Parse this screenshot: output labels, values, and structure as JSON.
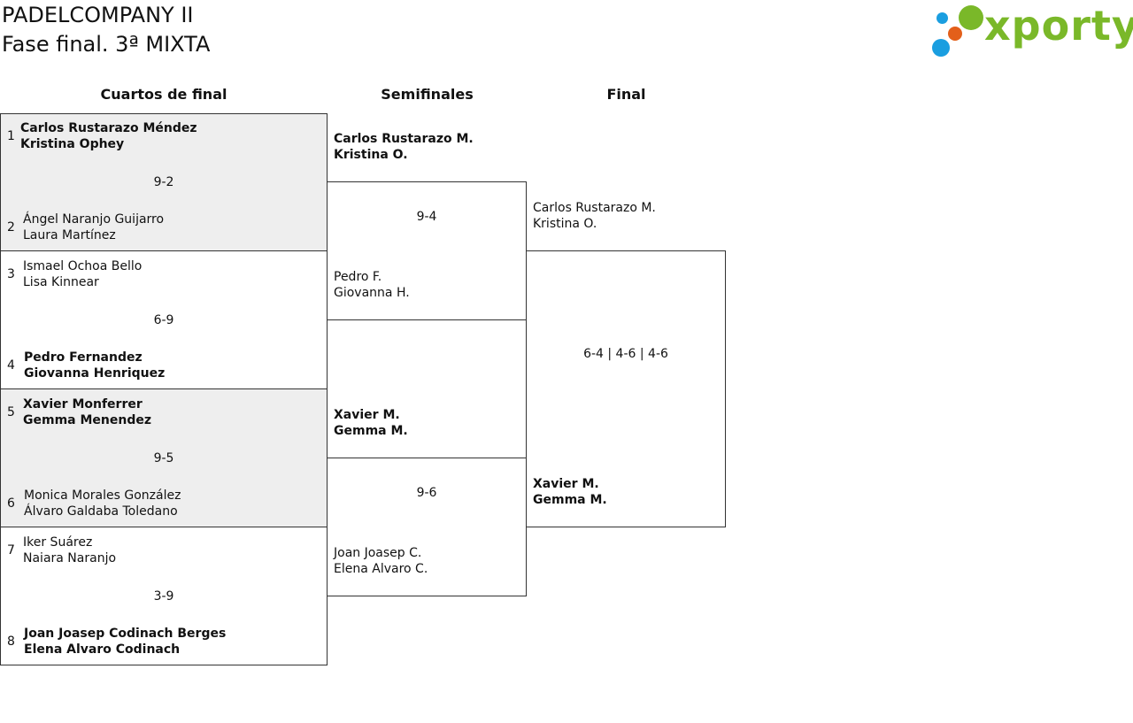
{
  "header": {
    "title_line1": "PADELCOMPANY II",
    "title_line2": "Fase final. 3ª MIXTA",
    "logo_text": "xporty",
    "logo_colors": [
      "#f6a21a",
      "#1a9ee0",
      "#e35f1a",
      "#7ab829"
    ]
  },
  "rounds": {
    "quarters": "Cuartos de final",
    "semis": "Semifinales",
    "final": "Final"
  },
  "quarters": [
    {
      "score": "9-2",
      "top": {
        "seed": "1",
        "p1": "Carlos Rustarazo Méndez",
        "p2": "Kristina Ophey",
        "winner": true
      },
      "bottom": {
        "seed": "2",
        "p1": "Ángel Naranjo Guijarro",
        "p2": "Laura Martínez",
        "winner": false
      }
    },
    {
      "score": "6-9",
      "top": {
        "seed": "3",
        "p1": "Ismael Ochoa Bello",
        "p2": "Lisa Kinnear",
        "winner": false
      },
      "bottom": {
        "seed": "4",
        "p1": "Pedro Fernandez",
        "p2": "Giovanna Henriquez",
        "winner": true
      }
    },
    {
      "score": "9-5",
      "top": {
        "seed": "5",
        "p1": "Xavier Monferrer",
        "p2": "Gemma Menendez",
        "winner": true
      },
      "bottom": {
        "seed": "6",
        "p1": "Monica Morales González",
        "p2": "Álvaro Galdaba Toledano",
        "winner": false
      }
    },
    {
      "score": "3-9",
      "top": {
        "seed": "7",
        "p1": "Iker Suárez",
        "p2": "Naiara Naranjo",
        "winner": false
      },
      "bottom": {
        "seed": "8",
        "p1": "Joan Joasep Codinach Berges",
        "p2": "Elena Alvaro Codinach",
        "winner": true
      }
    }
  ],
  "semis": [
    {
      "score": "9-4",
      "top": {
        "p1": "Carlos Rustarazo M.",
        "p2": "Kristina O.",
        "winner": true
      },
      "bottom": {
        "p1": "Pedro F.",
        "p2": "Giovanna H.",
        "winner": false
      }
    },
    {
      "score": "9-6",
      "top": {
        "p1": "Xavier M.",
        "p2": "Gemma M.",
        "winner": true
      },
      "bottom": {
        "p1": "Joan Joasep C.",
        "p2": "Elena Alvaro C.",
        "winner": false
      }
    }
  ],
  "final": {
    "score": "6-4 | 4-6 | 4-6",
    "top": {
      "p1": "Carlos Rustarazo M.",
      "p2": "Kristina O.",
      "winner": false
    },
    "bottom": {
      "p1": "Xavier M.",
      "p2": "Gemma M.",
      "winner": true
    }
  }
}
